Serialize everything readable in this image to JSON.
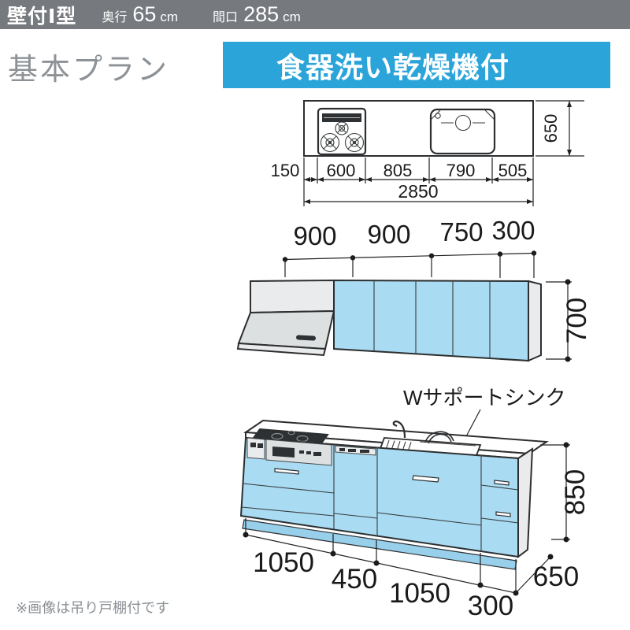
{
  "header": {
    "type": "壁付Ⅰ型",
    "depth_label": "奥行",
    "depth_value": "65",
    "depth_unit": "cm",
    "width_label": "間口",
    "width_value": "285",
    "width_unit": "cm"
  },
  "plan_title": "基本プラン",
  "banner": {
    "label": "食器洗い乾燥機付"
  },
  "plan_view": {
    "segments": [
      "150",
      "600",
      "805",
      "790",
      "505"
    ],
    "total": "2850",
    "depth": "650"
  },
  "wall_view": {
    "segments": [
      "900",
      "900",
      "750",
      "300"
    ],
    "height": "700"
  },
  "base_view": {
    "sink_label": "Wサポートシンク",
    "segments": [
      "1050",
      "450",
      "1050",
      "300"
    ],
    "depth": "650",
    "height": "850"
  },
  "footnote": "※画像は吊り戸棚付です",
  "colors": {
    "header_gray": "#76797d",
    "banner_blue": "#2aa4d9",
    "cabinet_blue": "#a9dbf2",
    "line": "#2c2e30"
  }
}
